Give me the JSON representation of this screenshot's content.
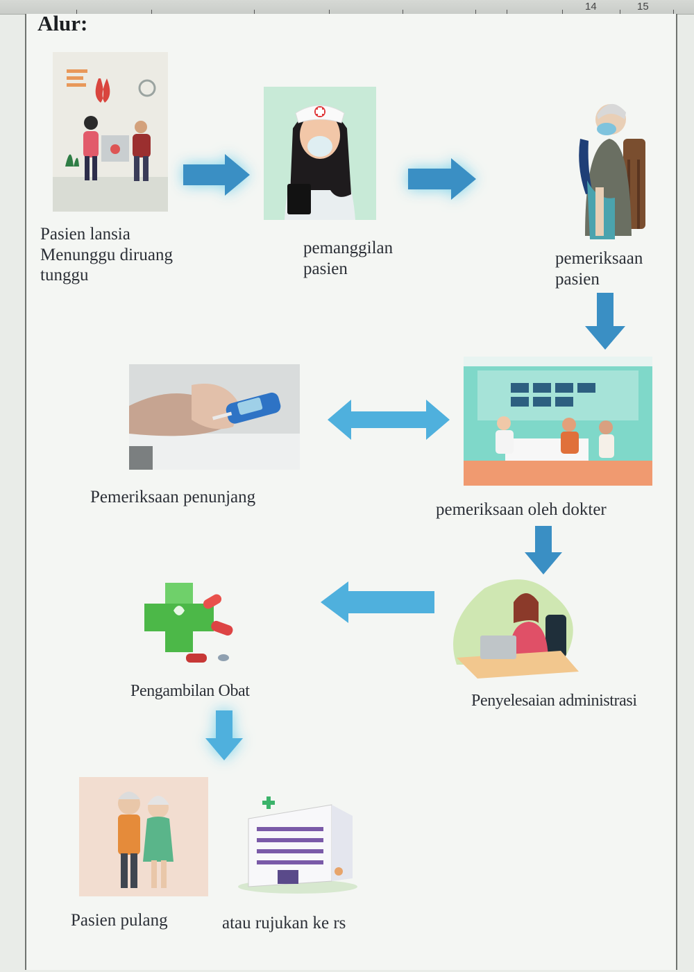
{
  "ruler": {
    "numbers": [
      "14",
      "15"
    ]
  },
  "title": "Alur:",
  "steps": {
    "waiting_label": [
      "Pasien lansia",
      "Menunggu diruang",
      "tunggu"
    ],
    "calling_label": [
      "pemanggilan",
      "pasien"
    ],
    "exam_label": [
      "pemeriksaan",
      "pasien"
    ],
    "support_label": "Pemeriksaan penunjang",
    "doctor_label": "pemeriksaan oleh dokter",
    "admin_label": "Penyelesaian administrasi",
    "medicine_label": "Pengambilan Obat",
    "discharge_label": "Pasien pulang",
    "referral_label": "atau rujukan ke rs"
  },
  "colors": {
    "arrow": "#3a8fc4",
    "arrow_light": "#4fb0dd",
    "arrow_glow": "#8fdcf0",
    "text": "#2c3037",
    "page": "#f4f6f3"
  }
}
